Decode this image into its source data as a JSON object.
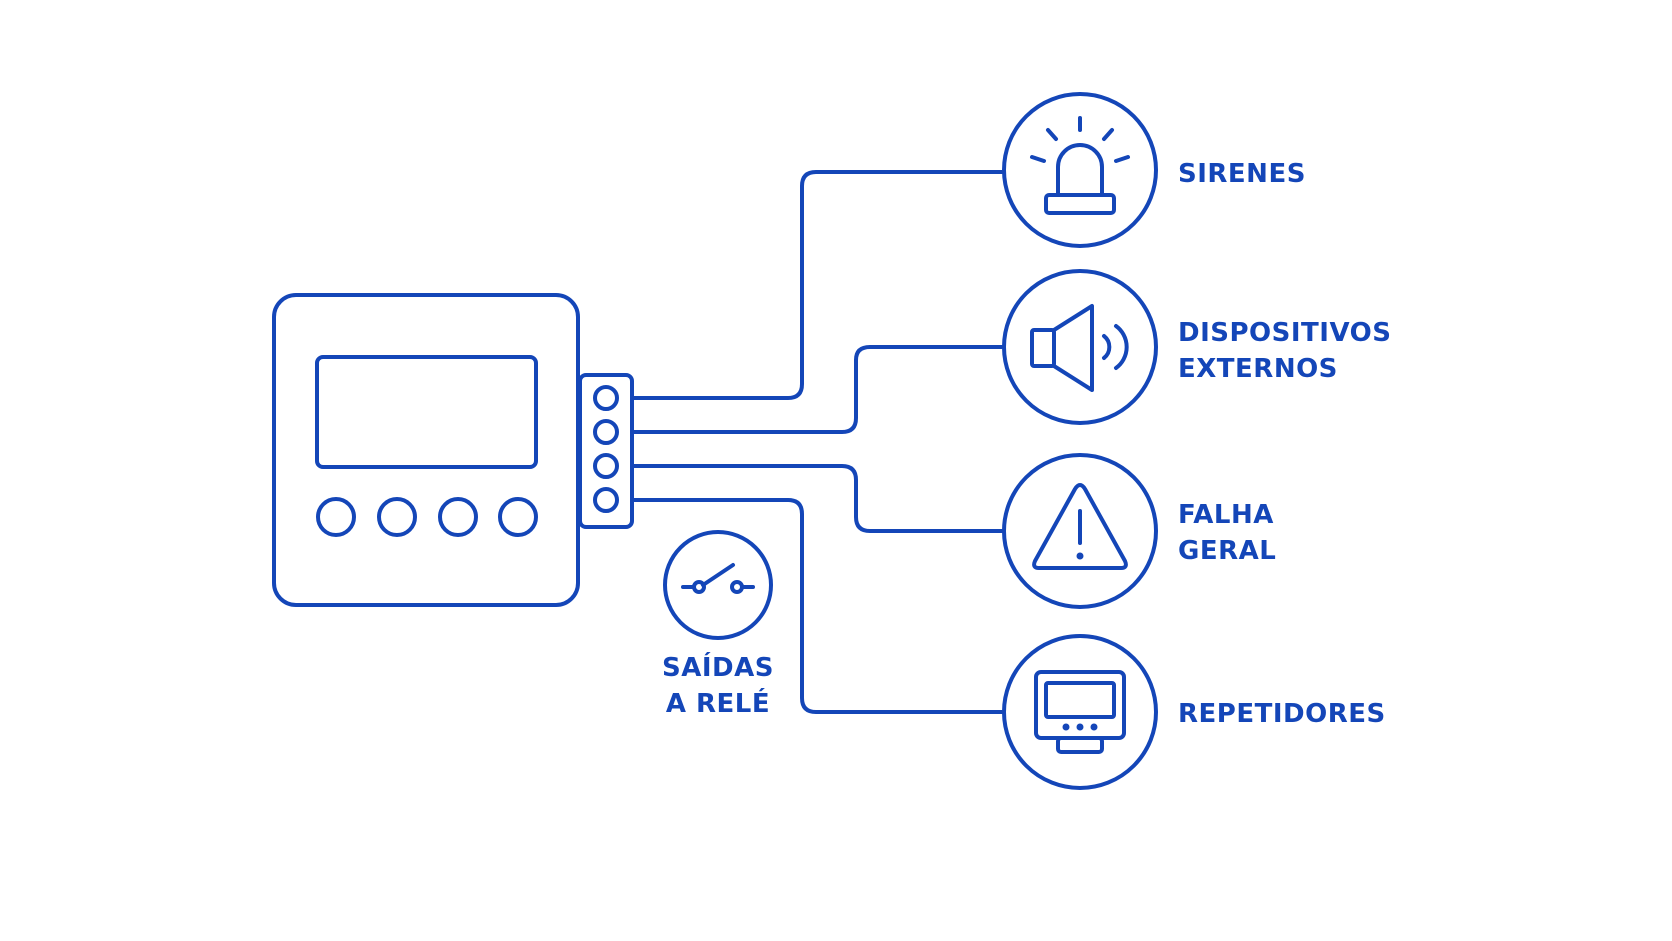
{
  "colors": {
    "stroke": "#1446b8",
    "background": "#ffffff"
  },
  "panel": {
    "icon": "control-panel-icon",
    "buttons": 4,
    "terminals": 4
  },
  "outputs": [
    {
      "icon": "siren-icon",
      "lines": [
        "SIRENES"
      ]
    },
    {
      "icon": "speaker-icon",
      "lines": [
        "DISPOSITIVOS",
        "EXTERNOS"
      ]
    },
    {
      "icon": "warning-icon",
      "lines": [
        "FALHA",
        "GERAL"
      ]
    },
    {
      "icon": "monitor-icon",
      "lines": [
        "REPETIDORES"
      ]
    }
  ],
  "relay": {
    "icon": "relay-switch-icon",
    "lines": [
      "SAÍDAS",
      "A RELÉ"
    ]
  }
}
